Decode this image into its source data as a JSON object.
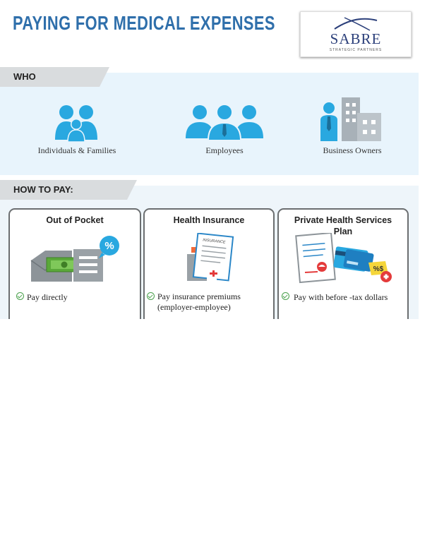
{
  "header": {
    "title": "PAYING FOR MEDICAL EXPENSES",
    "logo": {
      "name": "SABRE",
      "tagline": "STRATEGIC PARTNERS"
    }
  },
  "who": {
    "heading": "WHO",
    "groups": [
      {
        "label": "Individuals & Families",
        "icon": "family-icon"
      },
      {
        "label": "Employees",
        "icon": "employees-icon"
      },
      {
        "label": "Business Owners",
        "icon": "business-owner-icon"
      }
    ]
  },
  "how_to_pay": {
    "heading": "HOW TO PAY:",
    "cards": [
      {
        "title": "Out of Pocket",
        "icon": "wallet-cash-icon",
        "item": "Pay directly",
        "item2": ""
      },
      {
        "title": "Health Insurance",
        "icon": "insurance-document-icon",
        "item": "Pay insurance premiums",
        "item2": "(employer-employee)"
      },
      {
        "title": "Private Health Services Plan",
        "icon": "plan-card-icon",
        "item": "Pay with before -tax dollars",
        "item2": ""
      }
    ]
  },
  "colors": {
    "title_blue": "#2f6fab",
    "icon_blue": "#29a8e0",
    "check_green": "#4aa14c",
    "band": "#e8f4fc"
  }
}
